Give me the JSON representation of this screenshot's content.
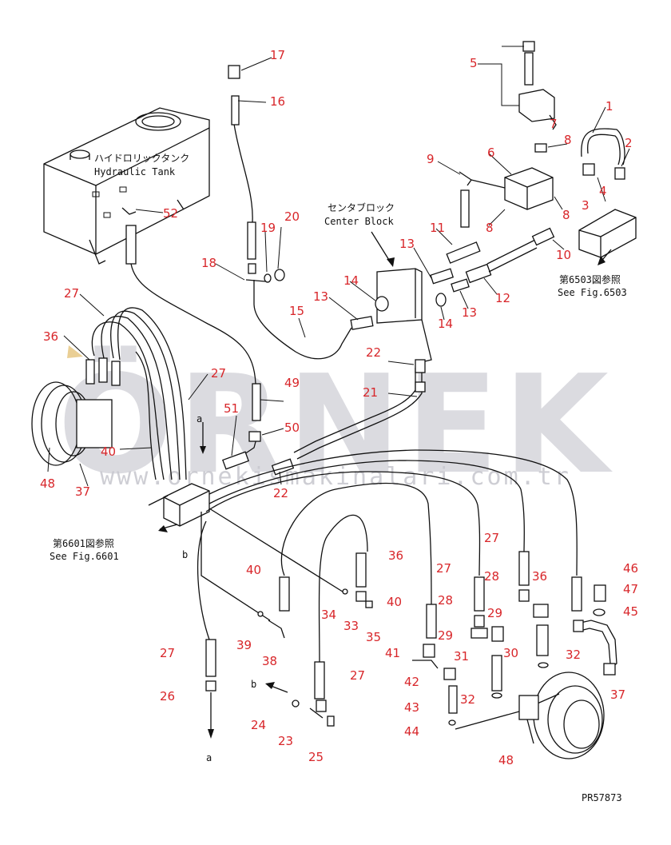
{
  "drawing_code": "PR57873",
  "watermark": {
    "brand": "ÖRNEK",
    "site": "www.ornekismakinalari.com.tr"
  },
  "annotations": {
    "tank_jp": "ハイドロリックタンク",
    "tank_en": "Hydraulic Tank",
    "center_jp": "センタブロック",
    "center_en": "Center Block",
    "ref6503_jp": "第6503図参照",
    "ref6503_en": "See Fig.6503",
    "ref6601_jp": "第6601図参照",
    "ref6601_en": "See Fig.6601",
    "letter_a": "a",
    "letter_b": "b"
  },
  "callouts": [
    {
      "id": "c1",
      "text": "1"
    },
    {
      "id": "c2",
      "text": "2"
    },
    {
      "id": "c3",
      "text": "3"
    },
    {
      "id": "c4",
      "text": "4"
    },
    {
      "id": "c5",
      "text": "5"
    },
    {
      "id": "c6",
      "text": "6"
    },
    {
      "id": "c7",
      "text": "7"
    },
    {
      "id": "c8a",
      "text": "8"
    },
    {
      "id": "c8b",
      "text": "8"
    },
    {
      "id": "c8c",
      "text": "8"
    },
    {
      "id": "c9",
      "text": "9"
    },
    {
      "id": "c10",
      "text": "10"
    },
    {
      "id": "c11",
      "text": "11"
    },
    {
      "id": "c12",
      "text": "12"
    },
    {
      "id": "c13a",
      "text": "13"
    },
    {
      "id": "c13b",
      "text": "13"
    },
    {
      "id": "c13c",
      "text": "13"
    },
    {
      "id": "c14a",
      "text": "14"
    },
    {
      "id": "c14b",
      "text": "14"
    },
    {
      "id": "c15",
      "text": "15"
    },
    {
      "id": "c16",
      "text": "16"
    },
    {
      "id": "c17",
      "text": "17"
    },
    {
      "id": "c18",
      "text": "18"
    },
    {
      "id": "c19",
      "text": "19"
    },
    {
      "id": "c20",
      "text": "20"
    },
    {
      "id": "c21",
      "text": "21"
    },
    {
      "id": "c22a",
      "text": "22"
    },
    {
      "id": "c22b",
      "text": "22"
    },
    {
      "id": "c23",
      "text": "23"
    },
    {
      "id": "c24",
      "text": "24"
    },
    {
      "id": "c25",
      "text": "25"
    },
    {
      "id": "c26",
      "text": "26"
    },
    {
      "id": "c27a",
      "text": "27"
    },
    {
      "id": "c27b",
      "text": "27"
    },
    {
      "id": "c27c",
      "text": "27"
    },
    {
      "id": "c27d",
      "text": "27"
    },
    {
      "id": "c27e",
      "text": "27"
    },
    {
      "id": "c27f",
      "text": "27"
    },
    {
      "id": "c28a",
      "text": "28"
    },
    {
      "id": "c28b",
      "text": "28"
    },
    {
      "id": "c29a",
      "text": "29"
    },
    {
      "id": "c29b",
      "text": "29"
    },
    {
      "id": "c30",
      "text": "30"
    },
    {
      "id": "c31",
      "text": "31"
    },
    {
      "id": "c32a",
      "text": "32"
    },
    {
      "id": "c32b",
      "text": "32"
    },
    {
      "id": "c33",
      "text": "33"
    },
    {
      "id": "c34",
      "text": "34"
    },
    {
      "id": "c35",
      "text": "35"
    },
    {
      "id": "c36a",
      "text": "36"
    },
    {
      "id": "c36b",
      "text": "36"
    },
    {
      "id": "c36c",
      "text": "36"
    },
    {
      "id": "c37a",
      "text": "37"
    },
    {
      "id": "c37b",
      "text": "37"
    },
    {
      "id": "c38",
      "text": "38"
    },
    {
      "id": "c39",
      "text": "39"
    },
    {
      "id": "c40a",
      "text": "40"
    },
    {
      "id": "c40b",
      "text": "40"
    },
    {
      "id": "c40c",
      "text": "40"
    },
    {
      "id": "c41",
      "text": "41"
    },
    {
      "id": "c42",
      "text": "42"
    },
    {
      "id": "c43",
      "text": "43"
    },
    {
      "id": "c44",
      "text": "44"
    },
    {
      "id": "c45",
      "text": "45"
    },
    {
      "id": "c46",
      "text": "46"
    },
    {
      "id": "c47",
      "text": "47"
    },
    {
      "id": "c48a",
      "text": "48"
    },
    {
      "id": "c48b",
      "text": "48"
    },
    {
      "id": "c49",
      "text": "49"
    },
    {
      "id": "c50",
      "text": "50"
    },
    {
      "id": "c51",
      "text": "51"
    },
    {
      "id": "c52",
      "text": "52"
    }
  ]
}
